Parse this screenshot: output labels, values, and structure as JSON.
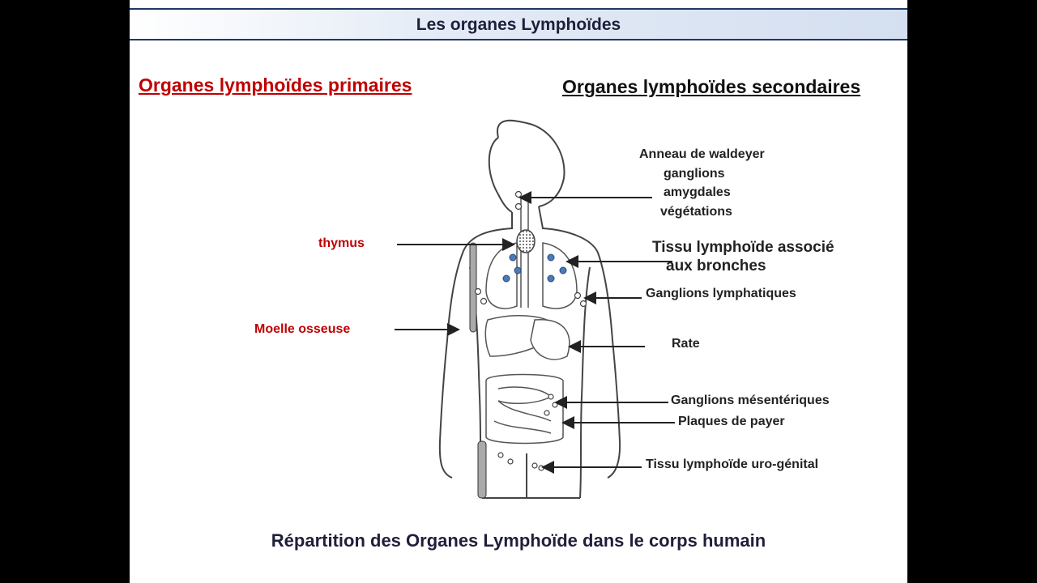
{
  "title": "Les organes Lymphoïdes",
  "heading_primary": "Organes lymphoïdes primaires",
  "heading_secondary": "Organes lymphoïdes secondaires",
  "labels": {
    "thymus": "thymus",
    "moelle": "Moelle osseuse",
    "waldeyer_1": "Anneau de waldeyer",
    "waldeyer_2": "ganglions",
    "waldeyer_3": "amygdales",
    "waldeyer_4": "végétations",
    "bronches_1": "Tissu lymphoïde associé",
    "bronches_2": "aux bronches",
    "ganglions_lymph": "Ganglions lymphatiques",
    "rate": "Rate",
    "mesenteriques": "Ganglions mésentériques",
    "payer": "Plaques de payer",
    "uro": "Tissu lymphoïde uro-génital"
  },
  "caption": "Répartition des Organes Lymphoïde dans le corps humain",
  "colors": {
    "primary_red": "#c00000",
    "title_border": "#1f3864",
    "node_blue": "#4a7ab8"
  }
}
